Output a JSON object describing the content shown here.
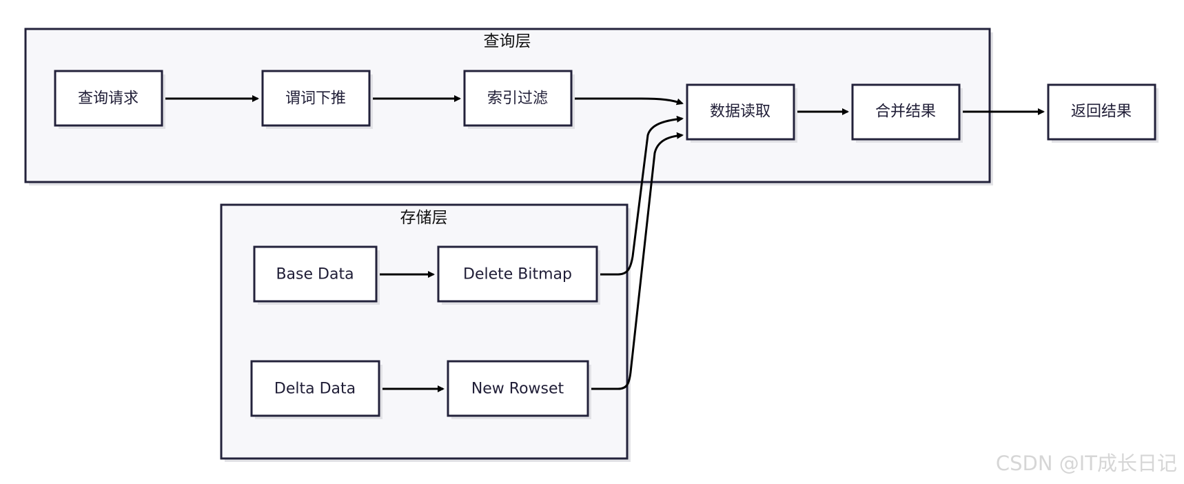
{
  "clusters": {
    "query": {
      "title": "查询层"
    },
    "storage": {
      "title": "存储层"
    }
  },
  "nodes": {
    "query_request": "查询请求",
    "predicate_pushdown": "谓词下推",
    "index_filter": "索引过滤",
    "data_read": "数据读取",
    "merge_results": "合并结果",
    "return_results": "返回结果",
    "base_data": "Base Data",
    "delete_bitmap": "Delete Bitmap",
    "delta_data": "Delta Data",
    "new_rowset": "New Rowset"
  },
  "edges": [
    {
      "from": "查询请求",
      "to": "谓词下推"
    },
    {
      "from": "谓词下推",
      "to": "索引过滤"
    },
    {
      "from": "索引过滤",
      "to": "数据读取"
    },
    {
      "from": "数据读取",
      "to": "合并结果"
    },
    {
      "from": "合并结果",
      "to": "返回结果"
    },
    {
      "from": "Base Data",
      "to": "Delete Bitmap"
    },
    {
      "from": "Delta Data",
      "to": "New Rowset"
    },
    {
      "from": "Delete Bitmap",
      "to": "数据读取"
    },
    {
      "from": "New Rowset",
      "to": "数据读取"
    }
  ],
  "watermark": "CSDN @IT成长日记",
  "colors": {
    "cluster_fill": "#f7f7fa",
    "border": "#23223b",
    "edge": "#000000",
    "text": "#1f1d36"
  }
}
